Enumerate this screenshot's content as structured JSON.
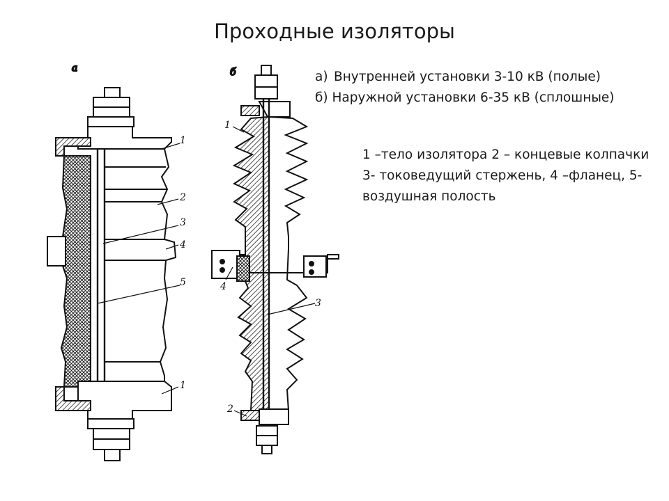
{
  "slide": {
    "title": "Проходные изоляторы"
  },
  "types": {
    "a_marker": "а)",
    "a_text": "Внутренней установки 3-10 кВ (полые)",
    "b_text": "б) Наружной установки  6-35 кВ (сплошные)"
  },
  "legend": {
    "line1": "1 –тело изолятора 2 – концевые колпачки",
    "line2": "3- токоведущий стержень, 4 –фланец, 5-",
    "line3": "воздушная полость"
  },
  "drawing_a": {
    "caption": "а",
    "labels": [
      "1",
      "2",
      "3",
      "4",
      "5",
      "1"
    ]
  },
  "drawing_b": {
    "caption": "б",
    "labels": [
      "1",
      "4",
      "3",
      "2"
    ]
  }
}
